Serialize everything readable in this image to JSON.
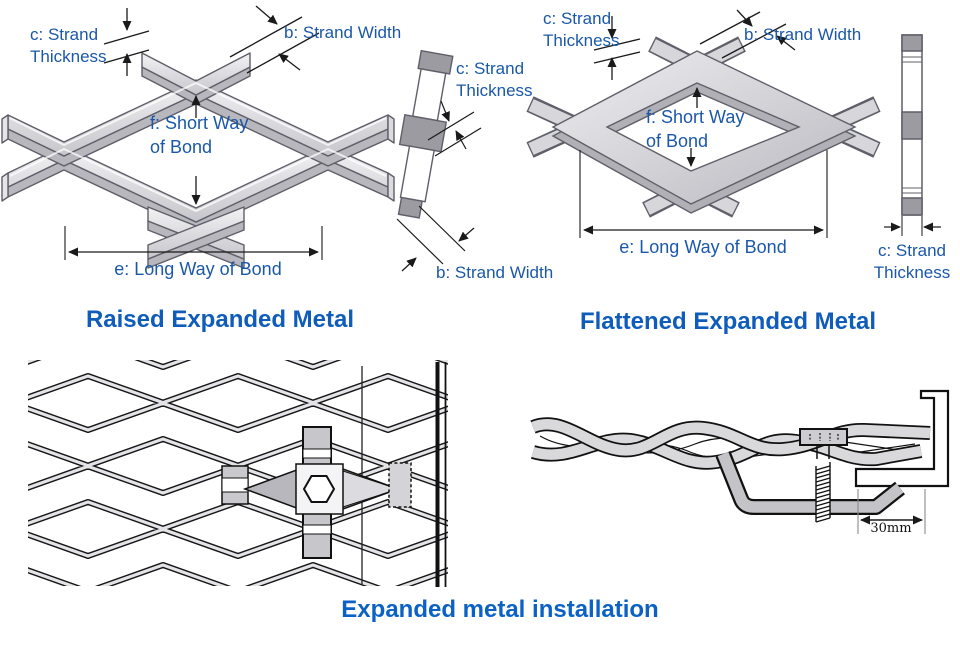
{
  "colors": {
    "label_blue": "#1b58a9",
    "title_blue": "#0f5cbb",
    "metal_light": "#f3f3f5",
    "metal_dark": "#c6c6cc",
    "bond_gray": "#9b9ba1",
    "outline_gray": "#5f5f69",
    "ink": "#1a1a1a"
  },
  "diagrams": {
    "raised": {
      "title": "Raised Expanded Metal",
      "label_strand_thickness": "c: Strand\nThickness",
      "label_strand_width": "b: Strand Width",
      "label_short_way": "f: Short Way\nof Bond",
      "label_long_way": "e: Long Way of Bond"
    },
    "raised_profile": {
      "label_strand_thickness": "c: Strand\nThickness",
      "label_strand_width": "b: Strand Width"
    },
    "flattened": {
      "title": "Flattened Expanded Metal",
      "label_strand_thickness": "c: Strand\nThickness",
      "label_strand_width": "b: Strand Width",
      "label_short_way": "f: Short Way\nof Bond",
      "label_long_way": "e: Long Way of Bond"
    },
    "flattened_profile": {
      "label_strand_thickness": "c: Strand\nThickness"
    },
    "installation": {
      "caption": "Expanded metal installation",
      "offset_dimension": "30mm"
    }
  }
}
